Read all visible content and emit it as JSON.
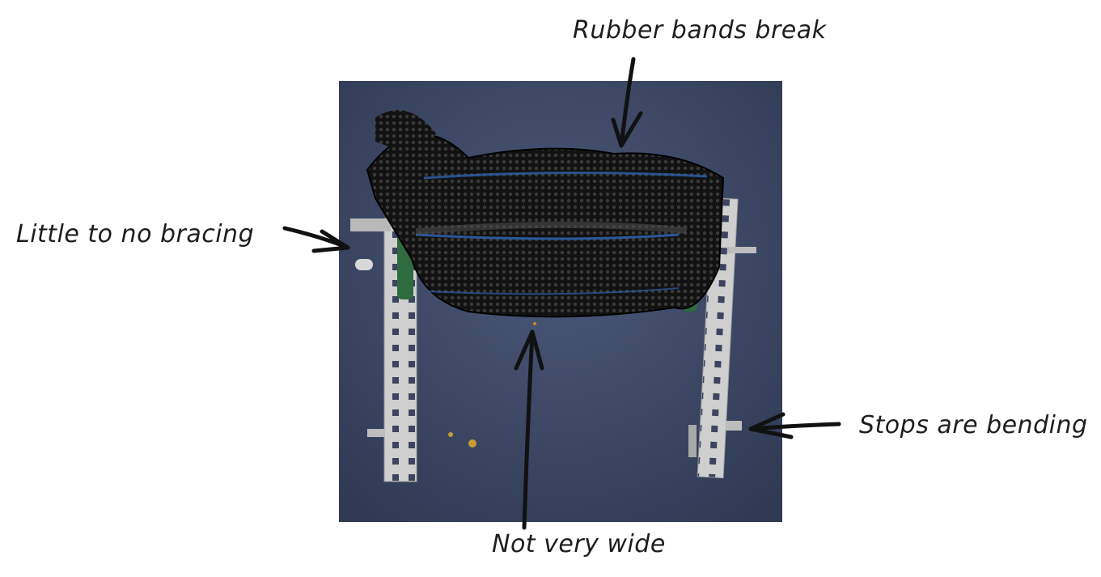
{
  "annotations": {
    "top": "Rubber bands break",
    "left": "Little to no bracing",
    "right": "Stops are bending",
    "bottom": "Not very wide"
  },
  "photo": {
    "subject": "",
    "colors": {
      "floor": "#3e4a66",
      "mesh": "#1c1c1c",
      "metal": "#c9c9c9",
      "roller": "#2e6b3e",
      "band": "#2f5fa8"
    }
  },
  "arrow_color": "#111111"
}
